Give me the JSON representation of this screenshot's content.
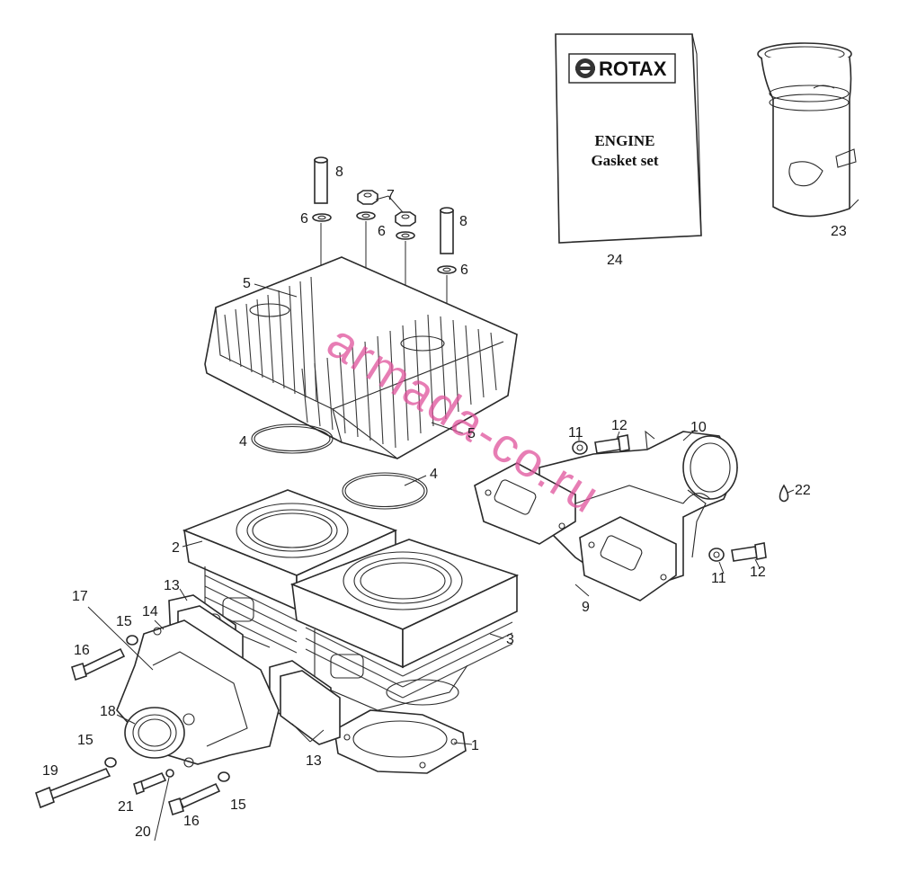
{
  "book": {
    "brand": "ROTAX",
    "title_line1": "ENGINE",
    "title_line2": "Gasket set"
  },
  "watermark": "armada-co.ru",
  "labels": {
    "l1": "1",
    "l2": "2",
    "l3": "3",
    "l4a": "4",
    "l4b": "4",
    "l5a": "5",
    "l5b": "5",
    "l6a": "6",
    "l6b": "6",
    "l6c": "6",
    "l7": "7",
    "l8a": "8",
    "l8b": "8",
    "l9": "9",
    "l10": "10",
    "l11a": "11",
    "l11b": "11",
    "l12a": "12",
    "l12b": "12",
    "l13a": "13",
    "l13b": "13",
    "l14": "14",
    "l15a": "15",
    "l15b": "15",
    "l15c": "15",
    "l16a": "16",
    "l16b": "16",
    "l17": "17",
    "l18": "18",
    "l19": "19",
    "l20": "20",
    "l21": "21",
    "l22": "22",
    "l23": "23",
    "l24": "24"
  },
  "colors": {
    "line": "#2a2a2a",
    "watermark": "#e0529c",
    "paper": "#ffffff"
  }
}
